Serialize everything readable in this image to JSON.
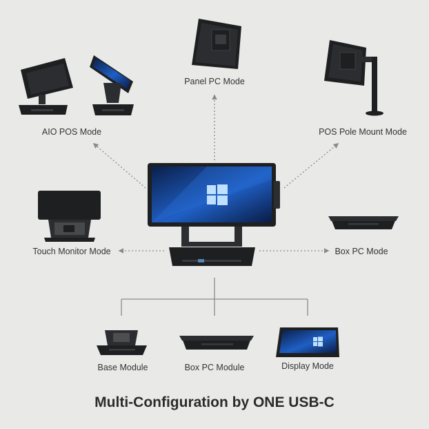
{
  "title": "Multi-Configuration by ONE USB-C",
  "modes": {
    "aio_pos": "AIO POS Mode",
    "panel_pc": "Panel PC Mode",
    "pos_pole": "POS Pole Mount Mode",
    "touch_monitor": "Touch Monitor Mode",
    "box_pc": "Box PC Mode"
  },
  "modules": {
    "base": "Base Module",
    "box_pc": "Box PC Module",
    "display": "Display Mode"
  },
  "colors": {
    "background": "#e9e9e8",
    "device_dark": "#1e1f21",
    "device_mid": "#2c2d30",
    "screen_blue": "#1a5fb4",
    "arrow": "#8a8a8a",
    "text": "#333333"
  }
}
